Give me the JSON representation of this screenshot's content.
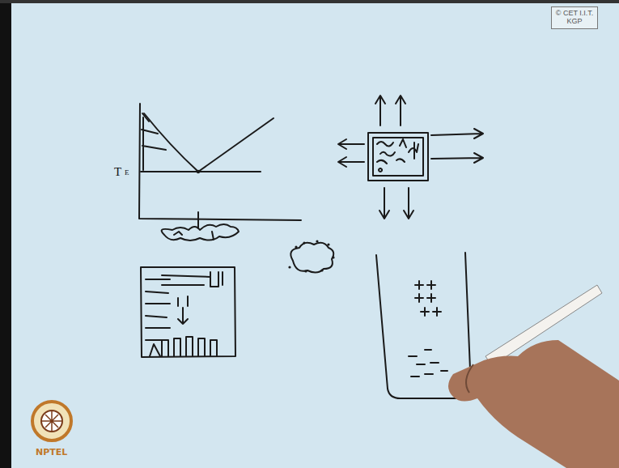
{
  "diagram": {
    "nodes": [
      {
        "text": [
          "© CET I.I.T. KGP"
        ]
      }
    ],
    "labels": [
      "T",
      "E",
      "NPTEL"
    ]
  }
}
